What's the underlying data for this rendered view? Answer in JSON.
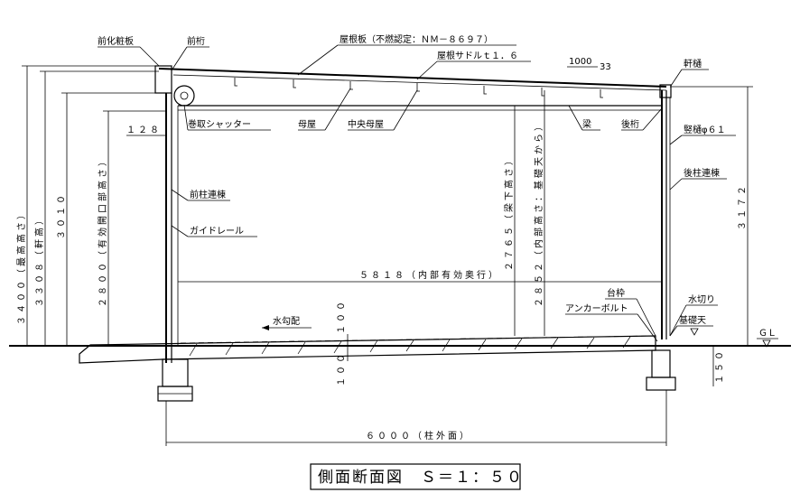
{
  "title": "側面断面図　Ｓ＝１：５０",
  "labels": {
    "front_fascia": "前化粧板",
    "front_girder": "前桁",
    "roof_plate": "屋根板（不燃認定：ＮＭ－８６９７）",
    "roof_saddle": "屋根サドルｔ１．６",
    "slope_num": "1000",
    "slope_den": "33",
    "eaves_gutter": "軒樋",
    "shutter": "巻取シャッター",
    "purlin": "母屋",
    "center_purlin": "中央母屋",
    "beam": "梁",
    "rear_girder": "後桁",
    "downpipe": "竪樋φ６１",
    "front_post": "前柱連棟",
    "rear_post": "後柱連棟",
    "guide_rail": "ガイドレール",
    "base_frame": "台枠",
    "anchor_bolt": "アンカーボルト",
    "water_cut": "水切り",
    "foundation_top": "基礎天",
    "gl": "ＧＬ",
    "water_slope": "水勾配"
  },
  "dimensions": {
    "max_height": "３４００（最高高さ）",
    "eaves_height": "３３０８（軒高）",
    "h3010": "３０１０",
    "opening_height": "２８００（有効開口部高さ）",
    "d128": "１２８",
    "beam_under": "２７６５（梁下高さ）",
    "inner_height": "２８５２（内部高さ：基礎天から）",
    "h3172": "３１７２",
    "inner_depth": "５８１８（内部有効奥行）",
    "slab_top": "１００",
    "slab_bottom": "１００",
    "d150": "１５０",
    "post_span": "６０００（柱外面）"
  }
}
